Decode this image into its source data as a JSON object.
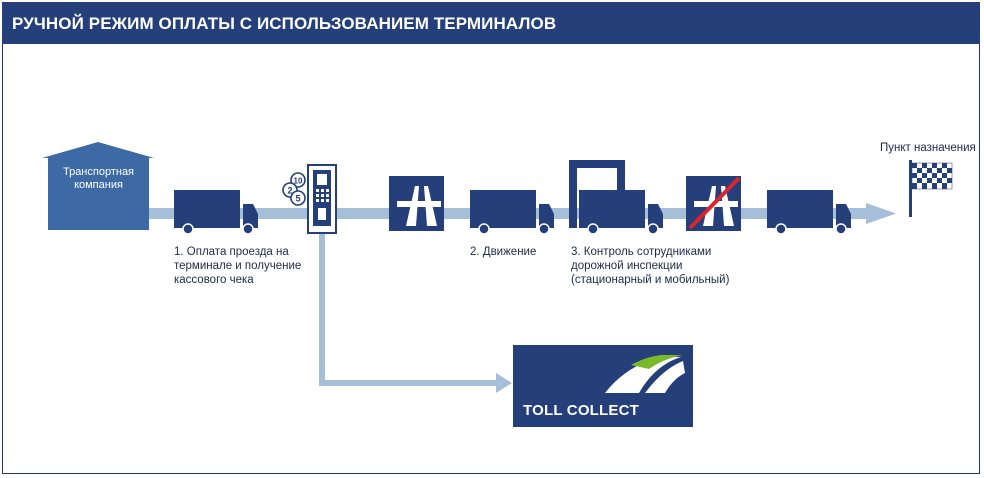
{
  "header": {
    "title": "РУЧНОЙ РЕЖИМ ОПЛАТЫ С ИСПОЛЬЗОВАНИЕМ ТЕРМИНАЛОВ"
  },
  "company": {
    "line1": "Транспортная",
    "line2": "компания"
  },
  "coins": [
    "10",
    "2",
    "5"
  ],
  "steps": {
    "step1": {
      "line1": "1. Оплата проезда на",
      "line2": "терминале и получение",
      "line3": "кассового чека"
    },
    "step2": {
      "line1": "2. Движение"
    },
    "step3": {
      "line1": "3. Контроль сотрудниками",
      "line2": "дорожной инспекции",
      "line3": "(стационарный и мобильный)"
    }
  },
  "destination": {
    "label": "Пункт назначения"
  },
  "toll_collect": {
    "logo_text": "TOLL COLLECT"
  },
  "colors": {
    "header_bg": "#243f7a",
    "company": "#3d6aa4",
    "flow_arrow": "#a5bfd8",
    "truck": "#243f7a",
    "forbidden_slash": "#d9252b",
    "toll_green": "#7ab929"
  }
}
